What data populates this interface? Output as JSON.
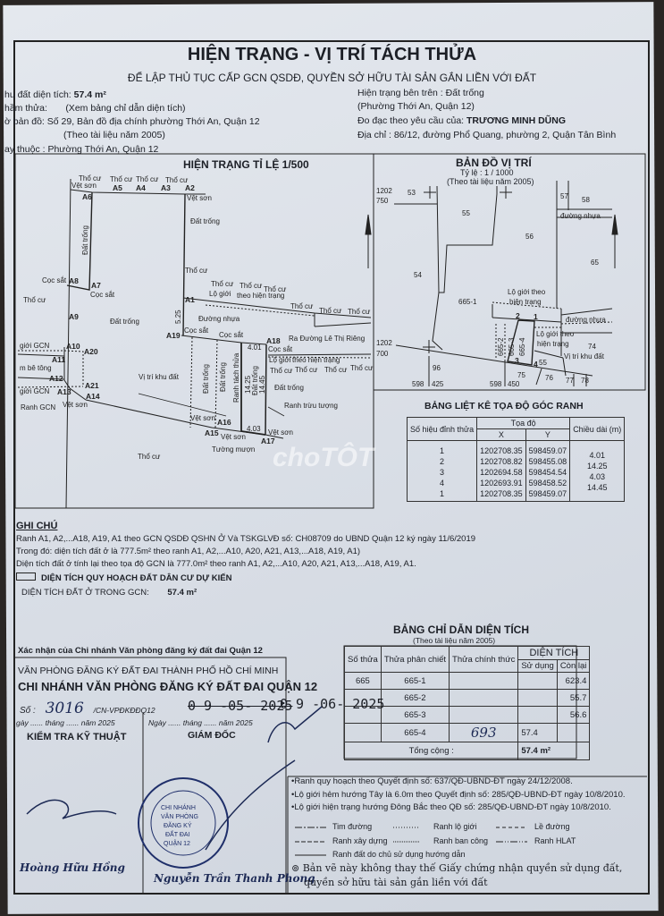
{
  "header": {
    "title": "HIỆN TRẠNG - VỊ TRÍ TÁCH THỬA",
    "subtitle": "ĐỂ LẬP THỦ TỤC CẤP GCN QSDĐ, QUYỀN SỞ HỮU TÀI SẢN GẮN LIỀN VỚI ĐẤT"
  },
  "info_left": {
    "area_label": "hu đất diện tích:",
    "area_value": "57.4 m²",
    "parcel_label": "hầm thửa:",
    "parcel_value": "(Xem bảng chỉ dẫn diện tích)",
    "map_label": "ờ bản đồ:",
    "map_value": "Số 29, Bản đồ địa chính phường Thới An, Quận 12",
    "map_note": "(Theo tài liệu năm 2005)",
    "ward": "ay thuộc : Phường Thới An, Quận 12"
  },
  "info_right": {
    "status": "Hiện trạng bên trên : Đất trống",
    "status_note": "(Phường Thới An, Quận 12)",
    "requester_label": "Đo đạc theo yêu cầu của:",
    "requester": "TRƯƠNG MINH DŨNG",
    "address": "Địa chỉ : 86/12, đường Phổ Quang, phường 2, Quận Tân Bình"
  },
  "left_map": {
    "title": "HIỆN TRẠNG TỈ LỆ 1/500",
    "points": [
      "A1",
      "A2",
      "A3",
      "A4",
      "A5",
      "A6",
      "A7",
      "A8",
      "A9",
      "A10",
      "A11",
      "A12",
      "A13",
      "A14",
      "A15",
      "A16",
      "A17",
      "A18",
      "A19",
      "A20",
      "A21"
    ],
    "labels": {
      "tho_cu": "Thổ cư",
      "vet_son": "Vệt sơn",
      "dat_trong": "Đất trống",
      "coc_sat": "Cọc sắt",
      "duong_nhua": "Đường nhựa",
      "lo_gioi": "Lộ giới",
      "theo_hien_trang": "theo hiện trạng",
      "ra_duong": "Ra Đường Lê Thị Riêng",
      "lo_gioi_gcn": "giới GCN",
      "be_tong": "m bê tông",
      "ranh_gcn": "Ranh GCN",
      "vi_tri": "Vị trí khu đất",
      "ranh_tach": "Ranh tách thửa",
      "ranh_truu": "Ranh trừu tượng",
      "tuong_muon": "Tường mượn",
      "d525": "5.25",
      "d401": "4.01",
      "d403": "4.03",
      "d1425": "14.25",
      "d1445": "14.45"
    }
  },
  "right_map": {
    "title": "BẢN ĐỒ VỊ TRÍ",
    "scale": "Tỷ lệ : 1 / 1000",
    "note": "(Theo tài liệu năm 2005)",
    "parcels": [
      "53",
      "54",
      "55",
      "56",
      "57",
      "58",
      "65",
      "665-1",
      "665-2",
      "665-3",
      "665-4",
      "74",
      "55",
      "75",
      "76",
      "77",
      "78",
      "96"
    ],
    "grid": {
      "y1": "1202",
      "y1b": "750",
      "y2": "1202",
      "y2b": "700",
      "x1": "598",
      "x1b": "425",
      "x2": "598",
      "x2b": "450"
    },
    "labels": {
      "duong_nhua": "đường nhựa",
      "lo_gioi": "Lộ giới theo",
      "hien_trang": "hiện trạng",
      "vi_tri": "Vị trí khu đất"
    },
    "vertices": [
      "1",
      "2",
      "3",
      "4"
    ]
  },
  "coord_table": {
    "title": "BẢNG LIỆT KÊ TỌA ĐỘ GÓC RANH",
    "h_id": "Số hiệu đỉnh thửa",
    "h_coord": "Tọa độ",
    "h_x": "X",
    "h_y": "Y",
    "h_len": "Chiều dài (m)",
    "rows": [
      {
        "id": "1",
        "x": "1202708.35",
        "y": "598459.07"
      },
      {
        "id": "2",
        "x": "1202708.82",
        "y": "598455.08"
      },
      {
        "id": "3",
        "x": "1202694.58",
        "y": "598454.54"
      },
      {
        "id": "4",
        "x": "1202693.91",
        "y": "598458.52"
      },
      {
        "id": "1",
        "x": "1202708.35",
        "y": "598459.07"
      }
    ],
    "lengths": [
      "4.01",
      "14.25",
      "4.03",
      "14.45"
    ]
  },
  "notes": {
    "title": "GHI CHÚ",
    "lines": [
      "Ranh A1, A2,...A18, A19, A1 theo GCN QSDĐ QSHN Ở Và TSKGLVĐ số: CH08709 do UBND Quận 12 ký ngày 11/6/2019",
      "Trong đó: diện tích đất ở là 777.5m² theo ranh A1, A2,...A10, A20, A21, A13,...A18, A19, A1)",
      "Diện tích đất ở tính lại theo tọa độ GCN là 777.0m² theo ranh A1, A2,...A10, A20, A21, A13,...A18, A19, A1."
    ],
    "planning": "DIỆN TÍCH QUY HOẠCH ĐẤT DÂN CƯ DỰ KIẾN",
    "res_label": "DIỆN TÍCH ĐẤT Ở TRONG GCN:",
    "res_value": "57.4 m²"
  },
  "area_table": {
    "title": "BẢNG CHỈ DẪN DIỆN TÍCH",
    "note": "(Theo tài liệu năm 2005)",
    "h_so": "Số thửa",
    "h_pc": "Thửa phân chiết",
    "h_ct": "Thửa chính thức",
    "h_dt": "DIỆN TÍCH",
    "h_sd": "Sử dụng",
    "h_cl": "Còn lại",
    "rows": [
      {
        "so": "665",
        "pc": "665-1",
        "ct": "",
        "sd": "",
        "cl": "623.4"
      },
      {
        "so": "",
        "pc": "665-2",
        "ct": "",
        "sd": "",
        "cl": "55.7"
      },
      {
        "so": "",
        "pc": "665-3",
        "ct": "",
        "sd": "",
        "cl": "56.6"
      },
      {
        "so": "",
        "pc": "665-4",
        "ct": "693",
        "sd": "57.4",
        "cl": ""
      }
    ],
    "total_label": "Tổng cộng :",
    "total_value": "57.4 m²"
  },
  "confirm": {
    "heading": "Xác nhận của Chi nhánh Văn phòng đăng ký đất đai Quận 12",
    "office": "VĂN PHÒNG ĐĂNG KÝ ĐẤT ĐAI THÀNH PHỐ HỒ CHÍ MINH",
    "branch": "CHI NHÁNH VĂN PHÒNG ĐĂNG KÝ ĐẤT ĐAI QUẬN 12",
    "so_label": "Số :",
    "so_value": "3016",
    "so_suffix": "/CN-VPĐKĐĐQ12",
    "date_struck": "0 9 -05- 2025",
    "date_new": "0 9 -06- 2025",
    "date_left": "gày ...... tháng ...... năm 2025",
    "date_right": "Ngày ...... tháng ...... năm 2025",
    "check": "KIỂM TRA KỸ THUẬT",
    "director": "GIÁM ĐỐC",
    "signer_left": "Hoàng Hữu Hồng",
    "signer_right": "Nguyễn Trần Thanh Phong",
    "stamp": "CHI NHÁNH VĂN PHÒNG ĐĂNG KÝ ĐẤT ĐAI QUẬN 12"
  },
  "legend": {
    "notes": [
      "•Ranh quy hoạch theo Quyết định số: 637/QĐ-UBND-ĐT ngày 24/12/2008.",
      "•Lộ giới hẻm hướng Tây là 6.0m theo Quyết định số: 285/QĐ-UBND-ĐT ngày 10/8/2010.",
      "•Lộ giới hiện trạng hướng Đông Bắc theo QĐ số: 285/QĐ-UBND-ĐT ngày 10/8/2010."
    ],
    "items": [
      "Tim đường",
      "Ranh lộ giới",
      "Lề đường",
      "Ranh xây dựng",
      "Ranh ban công",
      "Ranh HLAT",
      "Ranh đất do chủ sử dụng hướng dẫn"
    ],
    "disclaimer1": "⊚ Bản vẽ này không thay thế Giấy chứng nhận quyền sử dụng đất,",
    "disclaimer2": "quyền sở hữu tài sản gắn liền với đất"
  },
  "watermark": "choTÔT"
}
